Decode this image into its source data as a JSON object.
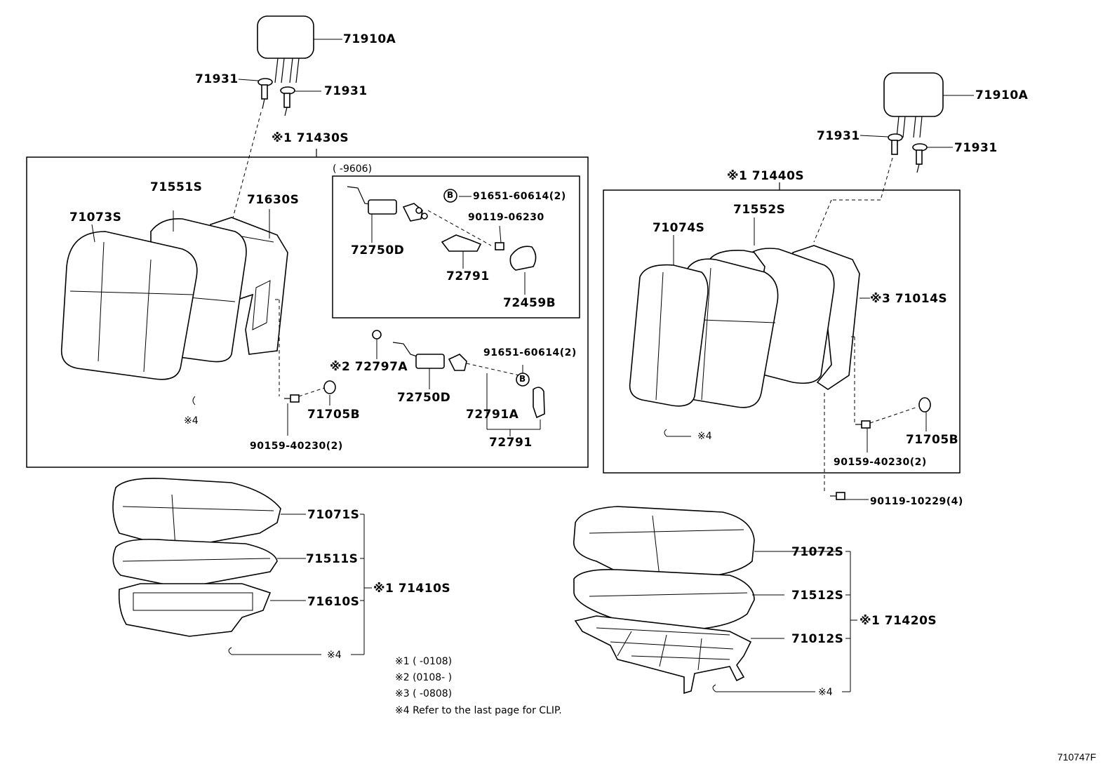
{
  "labels": {
    "l71910A_left": "71910A",
    "l71931_left_a": "71931",
    "l71931_left_b": "71931",
    "l71430S": "※1 71430S",
    "l9606": "(     -9606)",
    "l71551S": "71551S",
    "l71630S": "71630S",
    "l71073S": "71073S",
    "l91651_top": "91651-60614(2)",
    "l90119_06230": "90119-06230",
    "l72750D_top": "72750D",
    "l72791_top": "72791",
    "l72459B": "72459B",
    "l91651_mid": "91651-60614(2)",
    "l72797A": "※2 72797A",
    "l72750D_mid": "72750D",
    "l72791A": "72791A",
    "l72791_mid": "72791",
    "l71705B_left": "71705B",
    "l90159_left": "90159-40230(2)",
    "l_x4_left_back": "※4",
    "l71071S": "71071S",
    "l71511S": "71511S",
    "l71610S": "71610S",
    "l71410S": "※1 71410S",
    "l_x4_left_cush": "※4",
    "l71910A_right": "71910A",
    "l71931_right_a": "71931",
    "l71931_right_b": "71931",
    "l71440S": "※1 71440S",
    "l71074S": "71074S",
    "l71552S": "71552S",
    "l71014S": "※3 71014S",
    "l_x4_right_back": "※4",
    "l71705B_right": "71705B",
    "l90159_right": "90159-40230(2)",
    "l90119_10229": "90119-10229(4)",
    "l71072S": "71072S",
    "l71512S": "71512S",
    "l71012S": "71012S",
    "l71420S": "※1 71420S",
    "l_x4_right_cush": "※4",
    "b_circle_top": "B",
    "b_circle_mid": "B"
  },
  "notes": {
    "n1": "※1 (      -0108)",
    "n2": "※2 (0108-      )",
    "n3": "※3 (      -0808)",
    "n4": "※4  Refer to the last page for CLIP."
  },
  "drawing_code": "710747F"
}
